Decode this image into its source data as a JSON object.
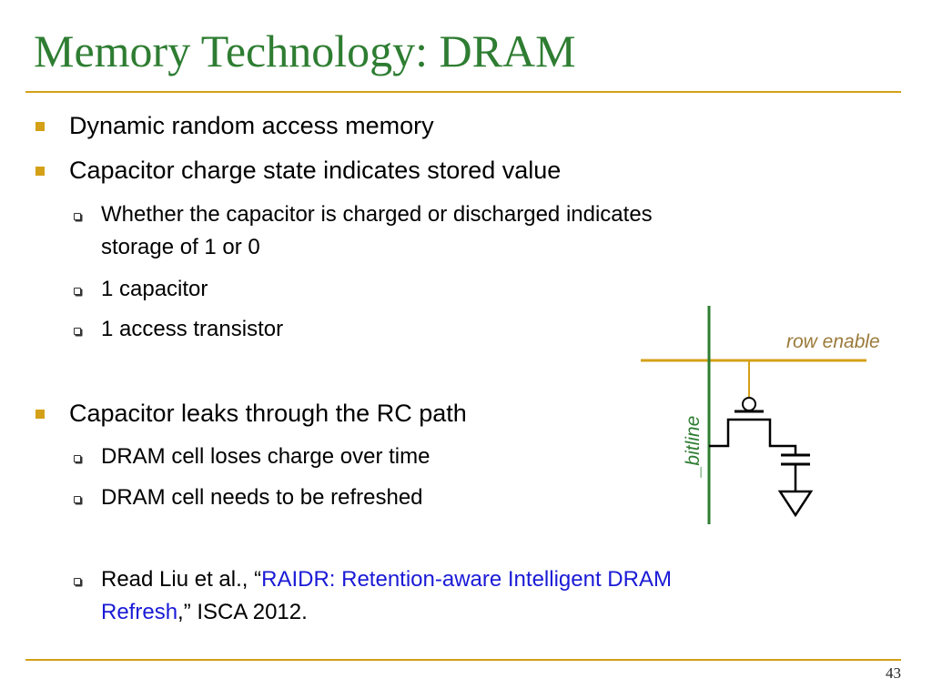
{
  "slide": {
    "title": "Memory Technology: DRAM",
    "slide_number": "43"
  },
  "bullets": [
    {
      "level": 1,
      "text": "Dynamic random access memory"
    },
    {
      "level": 1,
      "text": "Capacitor charge state indicates stored value"
    },
    {
      "level": 2,
      "lines": [
        "Whether the capacitor is charged or discharged indicates",
        "storage of 1 or 0"
      ]
    },
    {
      "level": 2,
      "text": "1 capacitor"
    },
    {
      "level": 2,
      "text": "1 access transistor"
    },
    {
      "level": 1,
      "text": "Capacitor leaks through the RC path"
    },
    {
      "level": 2,
      "text": "DRAM cell loses charge over time"
    },
    {
      "level": 2,
      "text": "DRAM cell needs to be refreshed"
    },
    {
      "level": 2,
      "reference": {
        "prefix": "Read Liu et al., “",
        "link_line1": "RAIDR: Retention-aware Intelligent DRAM",
        "link_line2": "Refresh",
        "suffix": ",” ISCA 2012."
      }
    }
  ],
  "diagram": {
    "row_enable_label": "row enable",
    "bitline_label": "_bitline",
    "colors": {
      "row_line": "#d4a017",
      "bitline": "#2e7d32",
      "transistor": "#000000",
      "bullet_marker": "#d4a017",
      "link": "#1a1ad6"
    }
  }
}
